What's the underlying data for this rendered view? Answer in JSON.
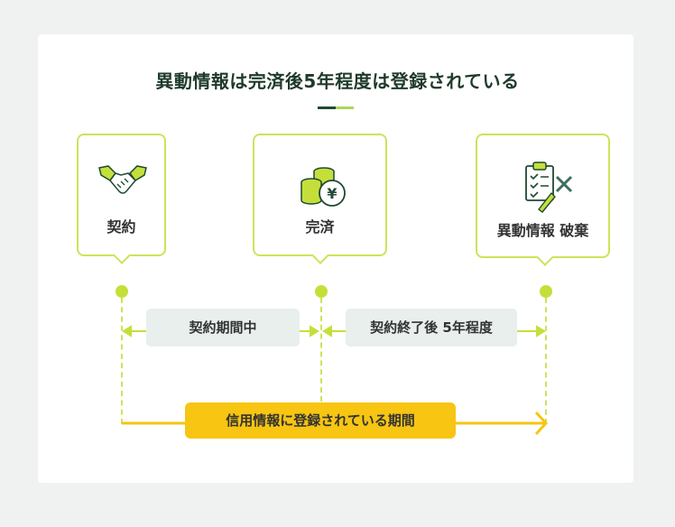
{
  "title": "異動情報は完済後5年程度は登録されている",
  "stages": {
    "contract": {
      "label": "契約",
      "icon": "handshake-icon"
    },
    "complete": {
      "label": "完済",
      "icon": "yen-coins-icon"
    },
    "destroy": {
      "label": "異動情報 破棄",
      "icon": "clipboard-cross-icon"
    }
  },
  "periods": {
    "contract_period": "契約期間中",
    "after_end": "契約終了後 5年程度",
    "registered": "信用情報に登録されている期間"
  },
  "colors": {
    "accent": "#c5df3a",
    "box_border": "#cfe25a",
    "title": "#1f3a2a",
    "dark_green": "#1e4a32",
    "gold": "#f7c512",
    "pill": "#e8efed"
  }
}
